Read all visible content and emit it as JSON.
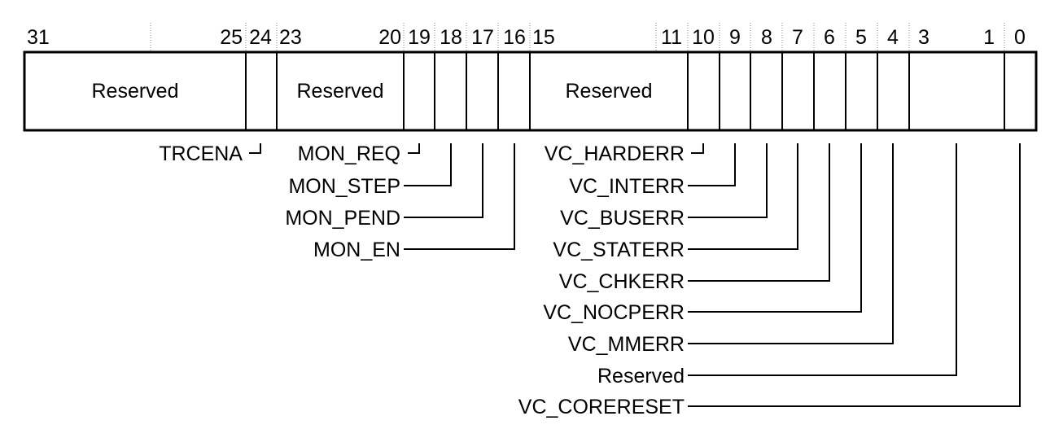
{
  "bit_numbers": [
    "31",
    "25",
    "24",
    "23",
    "20",
    "19",
    "18",
    "17",
    "16",
    "15",
    "11",
    "10",
    "9",
    "8",
    "7",
    "6",
    "5",
    "4",
    "3",
    "1",
    "0"
  ],
  "fields": [
    {
      "bits": "31:25",
      "label": "Reserved",
      "named_in_box": true
    },
    {
      "bits": "24",
      "label": "TRCENA"
    },
    {
      "bits": "23:20",
      "label": "Reserved",
      "named_in_box": true
    },
    {
      "bits": "19",
      "label": "MON_REQ"
    },
    {
      "bits": "18",
      "label": "MON_STEP"
    },
    {
      "bits": "17",
      "label": "MON_PEND"
    },
    {
      "bits": "16",
      "label": "MON_EN"
    },
    {
      "bits": "15:11",
      "label": "Reserved",
      "named_in_box": true
    },
    {
      "bits": "10",
      "label": "VC_HARDERR"
    },
    {
      "bits": "9",
      "label": "VC_INTERR"
    },
    {
      "bits": "8",
      "label": "VC_BUSERR"
    },
    {
      "bits": "7",
      "label": "VC_STATERR"
    },
    {
      "bits": "6",
      "label": "VC_CHKERR"
    },
    {
      "bits": "5",
      "label": "VC_NOCPERR"
    },
    {
      "bits": "4",
      "label": "VC_MMERR"
    },
    {
      "bits": "3:1",
      "label": "Reserved"
    },
    {
      "bits": "0",
      "label": "VC_CORERESET"
    }
  ]
}
